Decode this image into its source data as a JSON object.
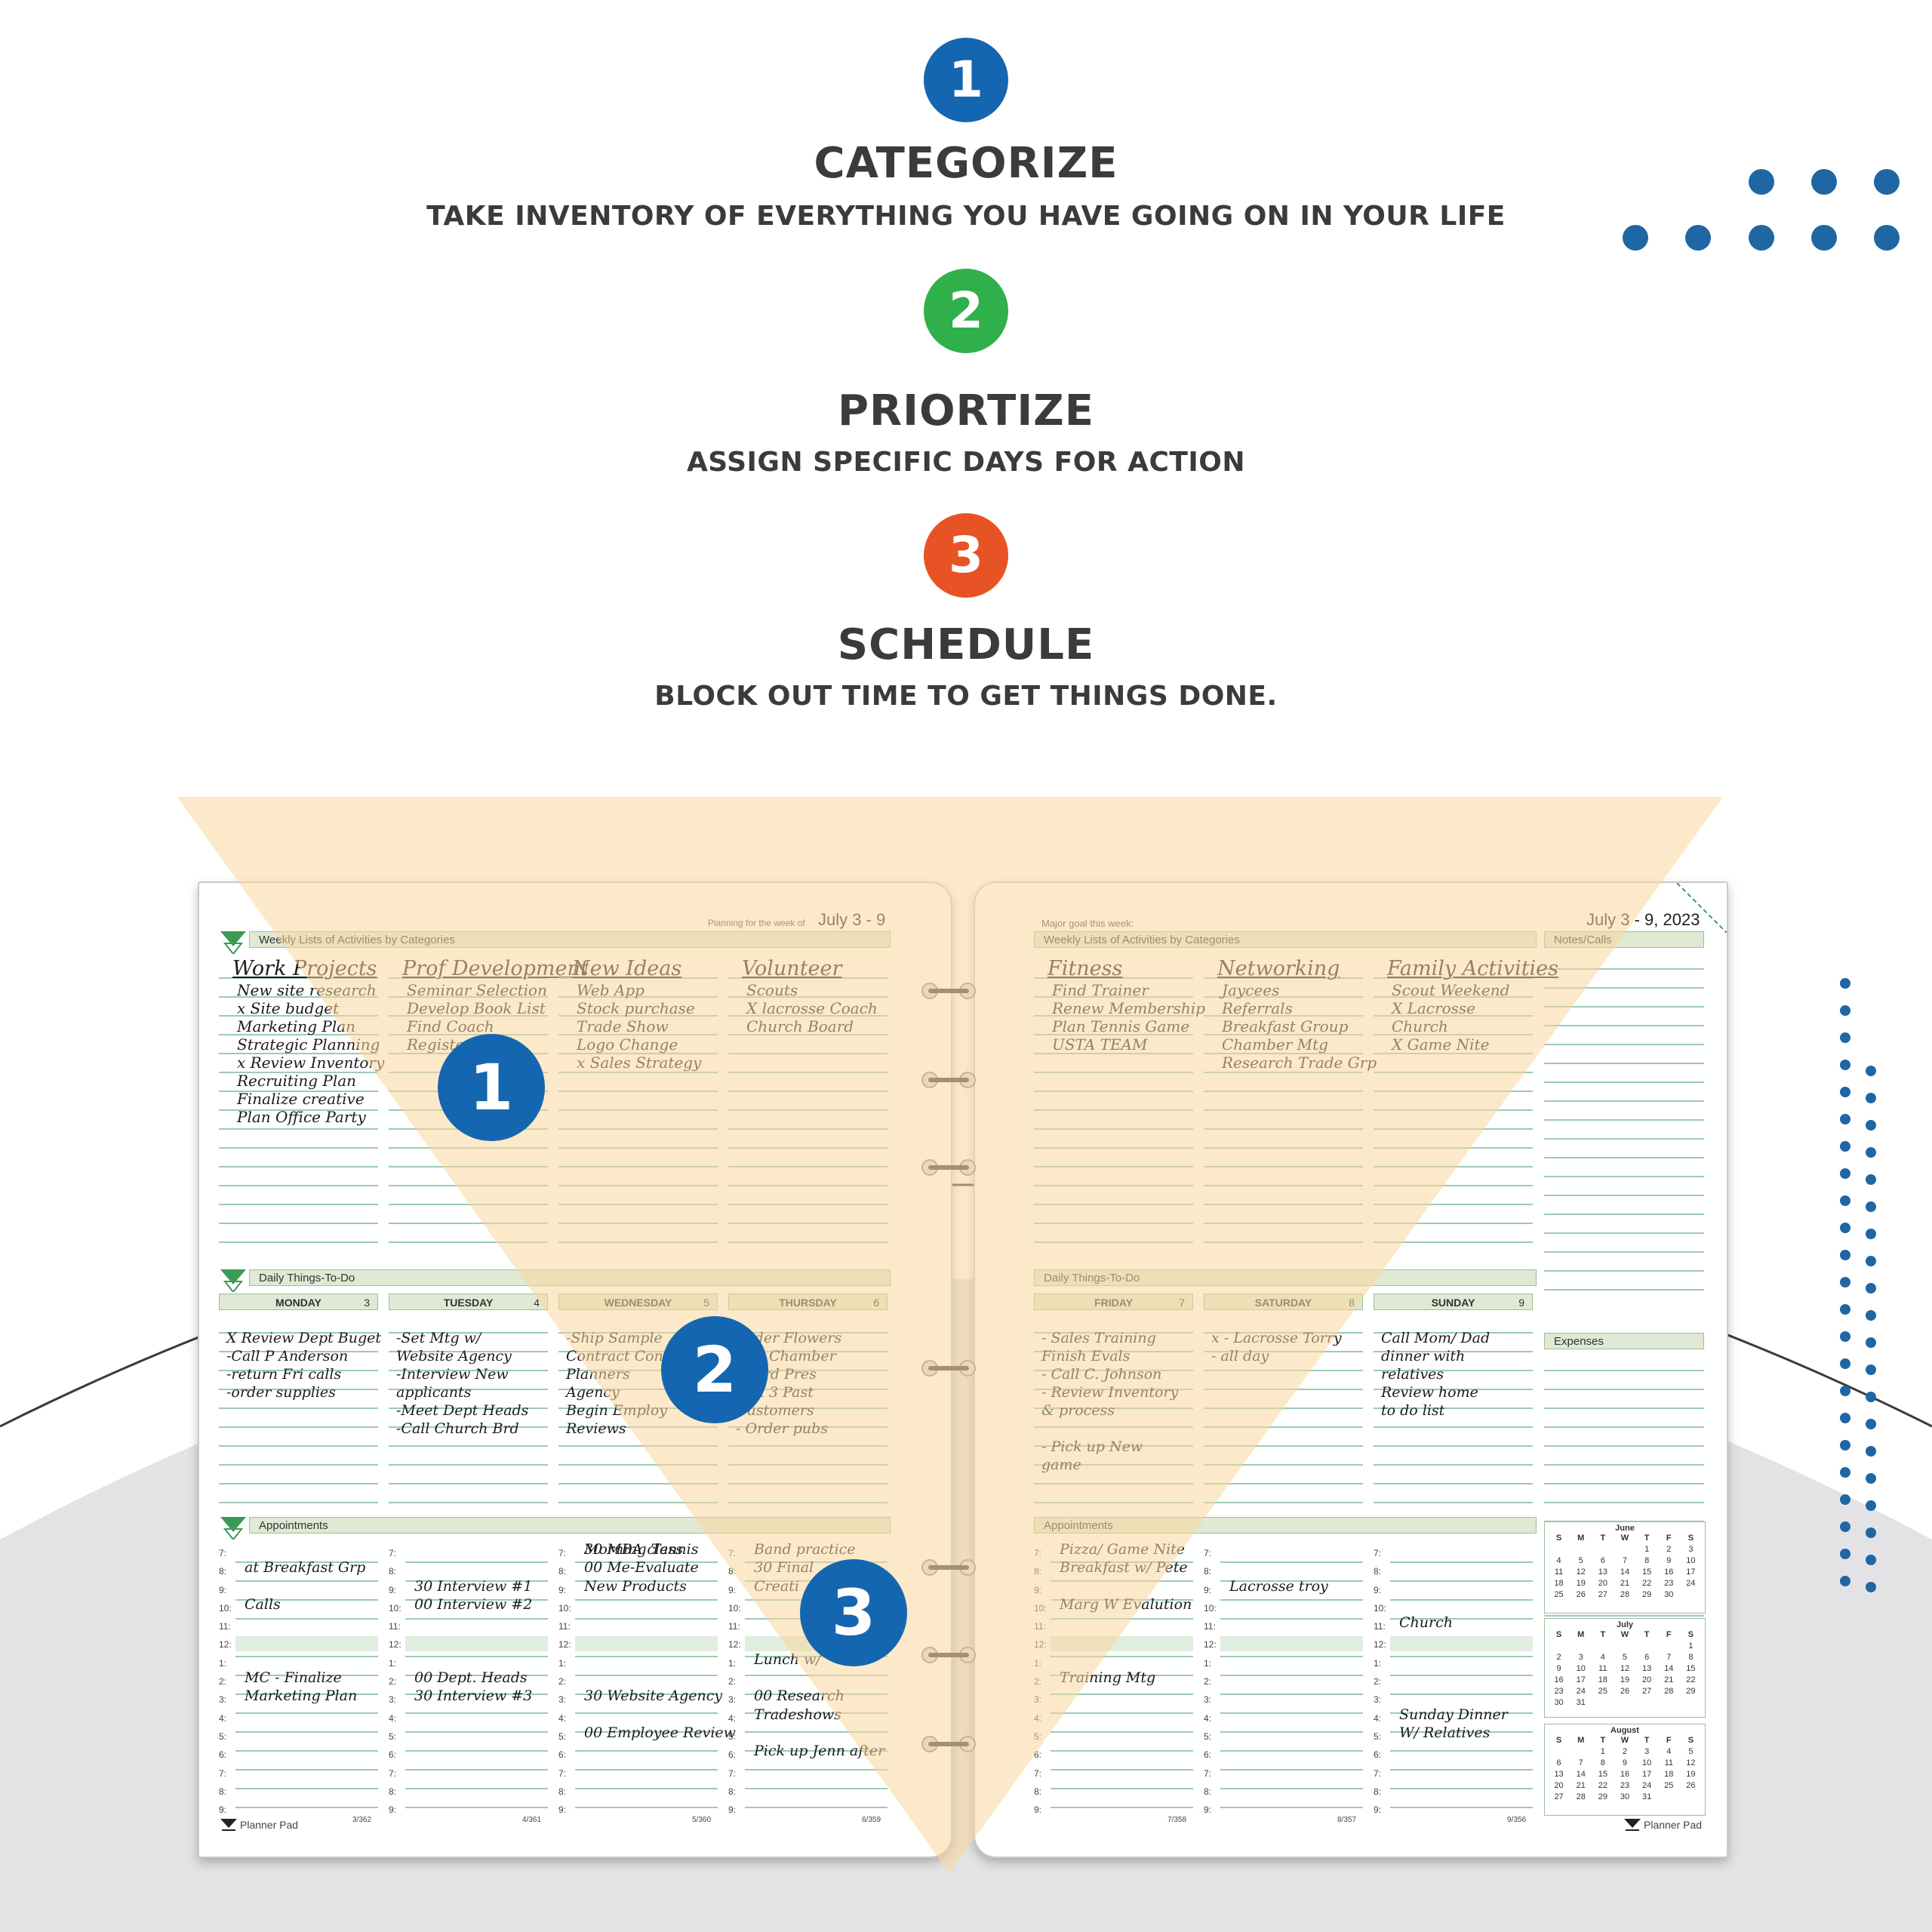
{
  "steps": [
    {
      "number": "1",
      "title": "CATEGORIZE",
      "subtitle": "TAKE INVENTORY OF EVERYTHING YOU HAVE GOING ON IN YOUR LIFE",
      "color": "#1466b1"
    },
    {
      "number": "2",
      "title": "PRIORTIZE",
      "subtitle": "ASSIGN SPECIFIC DAYS FOR ACTION",
      "color": "#2fb04a"
    },
    {
      "number": "3",
      "title": "SCHEDULE",
      "subtitle": "BLOCK OUT TIME TO GET THINGS DONE.",
      "color": "#e75324"
    }
  ],
  "overlay_markers": [
    "1",
    "2",
    "3"
  ],
  "left_page": {
    "planning_label": "Planning for the week of",
    "week": "July 3 - 9",
    "weekly_band": "Weekly Lists of Activities by Categories",
    "daily_band": "Daily Things-To-Do",
    "appointments_band": "Appointments",
    "categories": [
      {
        "name": "Work Projects",
        "items": [
          "New site research",
          "x Site budget",
          "Marketing Plan",
          "Strategic Planning",
          "x Review Inventory",
          "Recruiting Plan",
          "Finalize creative",
          "Plan Office Party"
        ]
      },
      {
        "name": "Prof Development",
        "items": [
          "Seminar Selection",
          "Develop Book List",
          "Find Coach",
          "Register"
        ]
      },
      {
        "name": "New Ideas",
        "items": [
          "Web App",
          "Stock purchase",
          "Trade Show",
          "Logo Change",
          "x Sales Strategy"
        ]
      },
      {
        "name": "Volunteer",
        "items": [
          "Scouts",
          "X lacrosse Coach",
          "Church Board"
        ]
      }
    ],
    "days": [
      {
        "name": "MONDAY",
        "num": "3",
        "items": [
          "X Review Dept Buget",
          "-Call P Anderson",
          "-return Fri calls",
          "-order supplies"
        ]
      },
      {
        "name": "TUESDAY",
        "num": "4",
        "items": [
          "-Set Mtg w/",
          "Website Agency",
          "-Interview New",
          "applicants",
          "-Meet Dept Heads",
          "-Call Church Brd"
        ]
      },
      {
        "name": "WEDNESDAY",
        "num": "5",
        "items": [
          "-Ship Sample",
          "Contract Con",
          "Planners",
          "Agency",
          "Begin Employ",
          "Reviews"
        ]
      },
      {
        "name": "THURSDAY",
        "num": "6",
        "items": [
          "Order Flowers",
          "Call Chamber",
          "Board Pres",
          "Call 3 Past",
          "Customers",
          "- Order pubs"
        ]
      }
    ],
    "hours": [
      "7:",
      "8:",
      "9:",
      "10:",
      "11:",
      "12:",
      "1:",
      "2:",
      "3:",
      "4:",
      "5:",
      "6:",
      "7:",
      "8:",
      "9:"
    ],
    "appointments": [
      [
        [
          "8",
          "at Breakfast Grp"
        ],
        [
          "10",
          "Calls"
        ],
        [
          "2",
          "MC - Finalize"
        ],
        [
          "3",
          "Marketing Plan"
        ]
      ],
      [
        [
          "9",
          "30 Interview #1"
        ],
        [
          "10",
          "00 Interview #2"
        ],
        [
          "2",
          "00 Dept. Heads"
        ],
        [
          "3",
          "30 Interview #3"
        ]
      ],
      [
        [
          "7",
          "Morning Tennis"
        ],
        [
          "8",
          "00 Me-Evaluate"
        ],
        [
          "9",
          "New Products"
        ],
        [
          "3",
          "30 Website Agency"
        ],
        [
          "5",
          "00 Employee Review"
        ],
        [
          "7",
          "30 MBA class"
        ]
      ],
      [
        [
          "8",
          "30 Final"
        ],
        [
          "9",
          "Creati"
        ],
        [
          "1",
          "Lunch w/"
        ],
        [
          "3",
          "00 Research"
        ],
        [
          "4",
          "Tradeshows"
        ],
        [
          "6",
          "Pick up Jenn after"
        ],
        [
          "7",
          "Band practice"
        ]
      ]
    ],
    "footer_codes": [
      "3/362",
      "4/361",
      "5/360",
      "6/359"
    ],
    "brand": "Planner Pad"
  },
  "right_page": {
    "major_goal_label": "Major goal this week:",
    "week": "July 3 - 9, 2023",
    "weekly_band": "Weekly Lists of Activities by Categories",
    "notes_band": "Notes/Calls",
    "daily_band": "Daily Things-To-Do",
    "expenses_band": "Expenses",
    "appointments_band": "Appointments",
    "categories": [
      {
        "name": "Fitness",
        "items": [
          "Find Trainer",
          "Renew Membership",
          "Plan Tennis Game",
          "USTA TEAM"
        ]
      },
      {
        "name": "Networking",
        "items": [
          "Jaycees",
          "Referrals",
          "Breakfast Group",
          "Chamber Mtg",
          "Research Trade Grp"
        ]
      },
      {
        "name": "Family Activities",
        "items": [
          "Scout Weekend",
          "X Lacrosse",
          "Church",
          "X Game Nite"
        ]
      }
    ],
    "days": [
      {
        "name": "FRIDAY",
        "num": "7",
        "items": [
          "- Sales Training",
          "Finish Evals",
          "- Call C. Johnson",
          "- Review Inventory",
          "& process",
          "",
          "- Pick up New",
          "game"
        ]
      },
      {
        "name": "SATURDAY",
        "num": "8",
        "items": [
          "x - Lacrosse Torry",
          "- all day"
        ]
      },
      {
        "name": "SUNDAY",
        "num": "9",
        "items": [
          "Call Mom/ Dad",
          "dinner with",
          "relatives",
          "Review home",
          "to do list"
        ]
      }
    ],
    "hours": [
      "7:",
      "8:",
      "9:",
      "10:",
      "11:",
      "12:",
      "1:",
      "2:",
      "3:",
      "4:",
      "5:",
      "6:",
      "7:",
      "8:",
      "9:"
    ],
    "appointments": [
      [
        [
          "8",
          "Breakfast w/ Pete"
        ],
        [
          "10",
          "Marg W Evalution"
        ],
        [
          "2",
          "Training Mtg"
        ],
        [
          "7",
          "Pizza/ Game Nite"
        ]
      ],
      [
        [
          "9",
          "Lacrosse troy"
        ]
      ],
      [
        [
          "11",
          "Church"
        ],
        [
          "4",
          "Sunday Dinner"
        ],
        [
          "5",
          "W/ Relatives"
        ]
      ]
    ],
    "footer_codes": [
      "7/358",
      "8/357",
      "9/356"
    ],
    "brand": "Planner Pad",
    "calendars": [
      {
        "month": "June",
        "dow": [
          "S",
          "M",
          "T",
          "W",
          "T",
          "F",
          "S"
        ],
        "days": [
          "",
          "",
          "",
          "",
          "1",
          "2",
          "3",
          "4",
          "5",
          "6",
          "7",
          "8",
          "9",
          "10",
          "11",
          "12",
          "13",
          "14",
          "15",
          "16",
          "17",
          "18",
          "19",
          "20",
          "21",
          "22",
          "23",
          "24",
          "25",
          "26",
          "27",
          "28",
          "29",
          "30",
          ""
        ]
      },
      {
        "month": "July",
        "dow": [
          "S",
          "M",
          "T",
          "W",
          "T",
          "F",
          "S"
        ],
        "days": [
          "",
          "",
          "",
          "",
          "",
          "",
          "1",
          "2",
          "3",
          "4",
          "5",
          "6",
          "7",
          "8",
          "9",
          "10",
          "11",
          "12",
          "13",
          "14",
          "15",
          "16",
          "17",
          "18",
          "19",
          "20",
          "21",
          "22",
          "23",
          "24",
          "25",
          "26",
          "27",
          "28",
          "29",
          "30",
          "31",
          "",
          "",
          "",
          "",
          ""
        ]
      },
      {
        "month": "August",
        "dow": [
          "S",
          "M",
          "T",
          "W",
          "T",
          "F",
          "S"
        ],
        "days": [
          "",
          "",
          "1",
          "2",
          "3",
          "4",
          "5",
          "6",
          "7",
          "8",
          "9",
          "10",
          "11",
          "12",
          "13",
          "14",
          "15",
          "16",
          "17",
          "18",
          "19",
          "20",
          "21",
          "22",
          "23",
          "24",
          "25",
          "26",
          "27",
          "28",
          "29",
          "30",
          "31",
          "",
          ""
        ]
      }
    ]
  }
}
